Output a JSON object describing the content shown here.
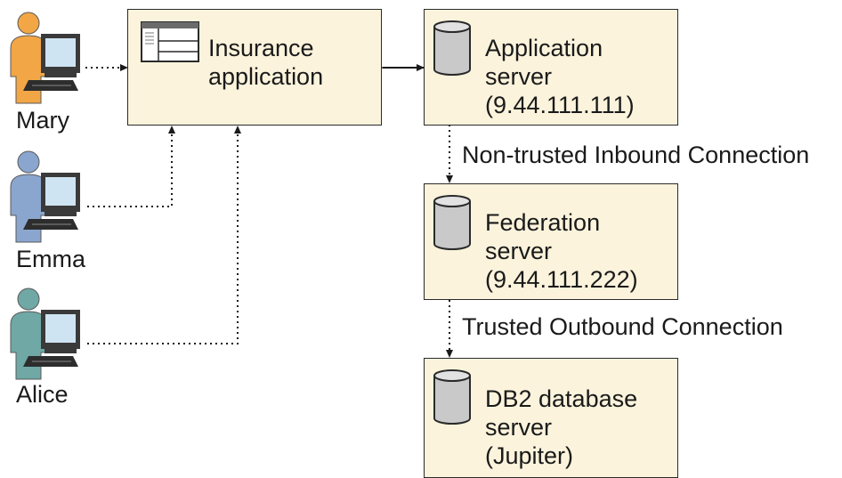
{
  "users": [
    {
      "name": "Mary",
      "color": "#f2a645"
    },
    {
      "name": "Emma",
      "color": "#8aa6cf"
    },
    {
      "name": "Alice",
      "color": "#6fa8a5"
    }
  ],
  "insurance_app": {
    "line1": "Insurance",
    "line2": "application"
  },
  "application_server": {
    "line1": "Application",
    "line2": "server",
    "line3": "(9.44.111.111)"
  },
  "federation_server": {
    "line1": "Federation",
    "line2": "server",
    "line3": "(9.44.111.222)"
  },
  "db2_server": {
    "line1": "DB2 database",
    "line2": "server",
    "line3": "(Jupiter)"
  },
  "connections": {
    "non_trusted": "Non-trusted Inbound Connection",
    "trusted": "Trusted Outbound Connection"
  },
  "colors": {
    "box_fill": "#fbf3dc",
    "db_fill": "#c9c9c9",
    "monitor_screen": "#cfe4f2"
  }
}
